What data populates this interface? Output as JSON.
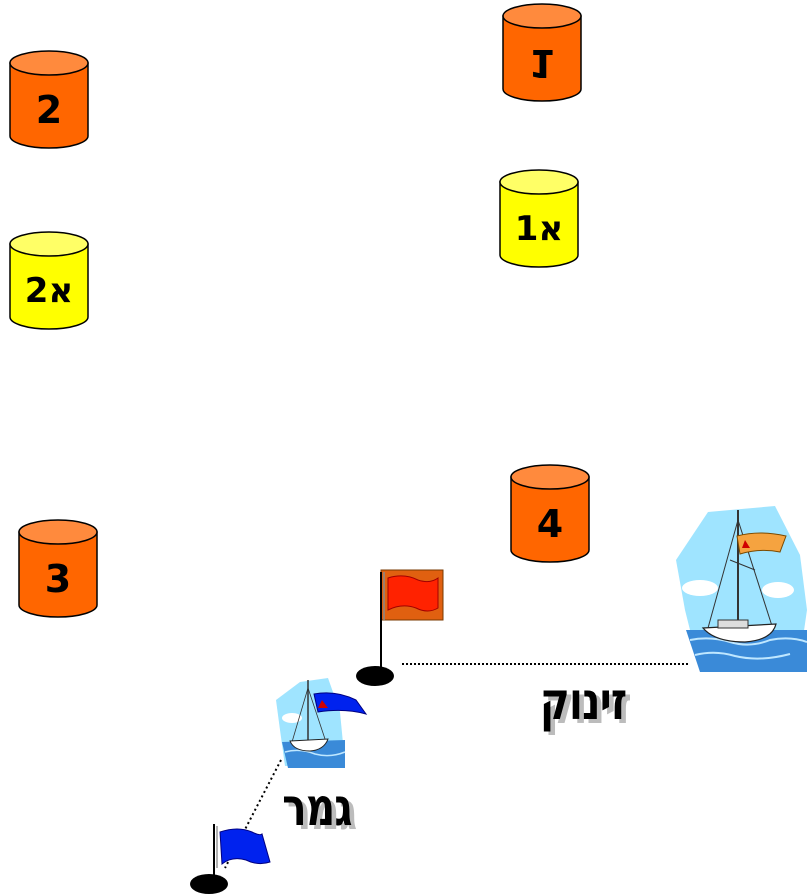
{
  "buoys": [
    {
      "id": "1",
      "label": "1",
      "color": "#ff6600"
    },
    {
      "id": "1a",
      "label": "1א",
      "color": "#ffff00"
    },
    {
      "id": "2",
      "label": "2",
      "color": "#ff6600"
    },
    {
      "id": "2a",
      "label": "2א",
      "color": "#ffff00"
    },
    {
      "id": "3",
      "label": "3",
      "color": "#ff6600"
    },
    {
      "id": "4",
      "label": "4",
      "color": "#ff6600"
    }
  ],
  "labels": {
    "start": "זינוק",
    "finish": "גמר"
  },
  "colors": {
    "orange_buoy": "#ff6600",
    "yellow_buoy": "#ffff00",
    "start_flag": "#ff2200",
    "finish_flag": "#0022ee",
    "mark": "#000000"
  },
  "icons": [
    "sailboat-icon",
    "flag-icon",
    "start-mark-icon",
    "finish-mark-icon"
  ]
}
